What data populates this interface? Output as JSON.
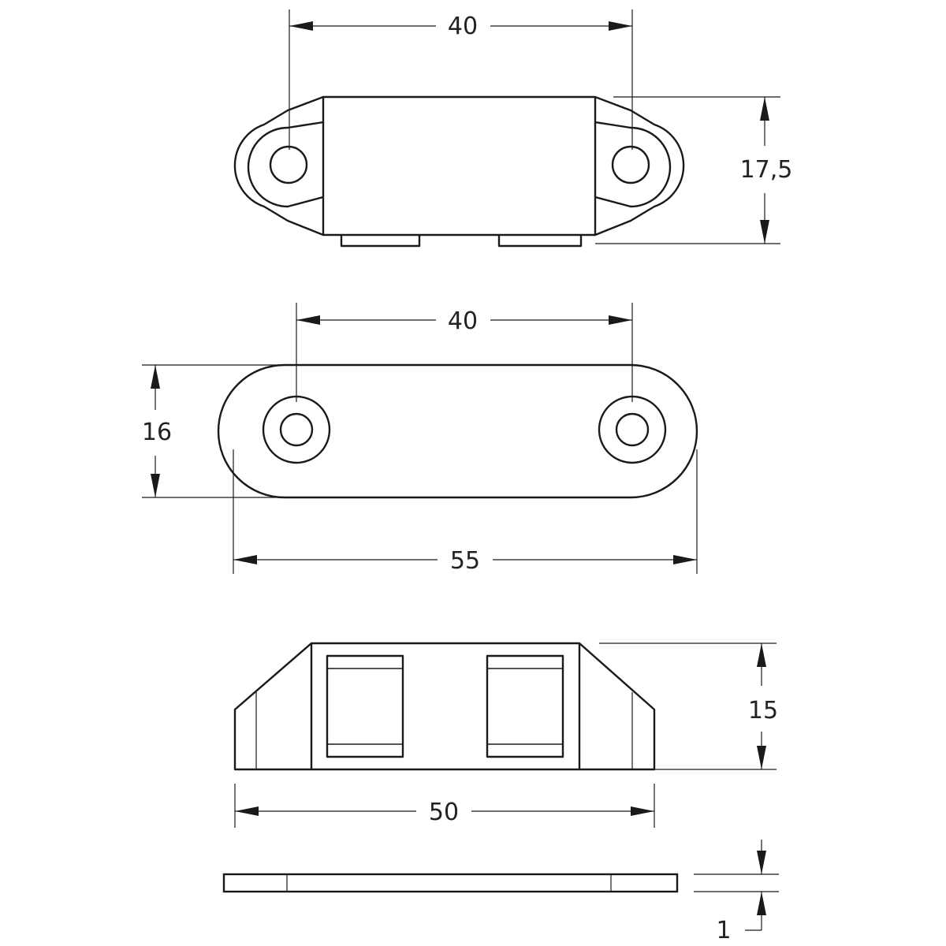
{
  "colors": {
    "line": "#1a1a1a",
    "text": "#222222",
    "background": "#ffffff"
  },
  "dimensions": {
    "top_view_hole_spacing": "40",
    "top_view_height": "17,5",
    "front_view_hole_spacing": "40",
    "front_view_height": "16",
    "front_view_length": "55",
    "side_view_height": "15",
    "side_view_length": "50",
    "plate_thickness": "1"
  }
}
